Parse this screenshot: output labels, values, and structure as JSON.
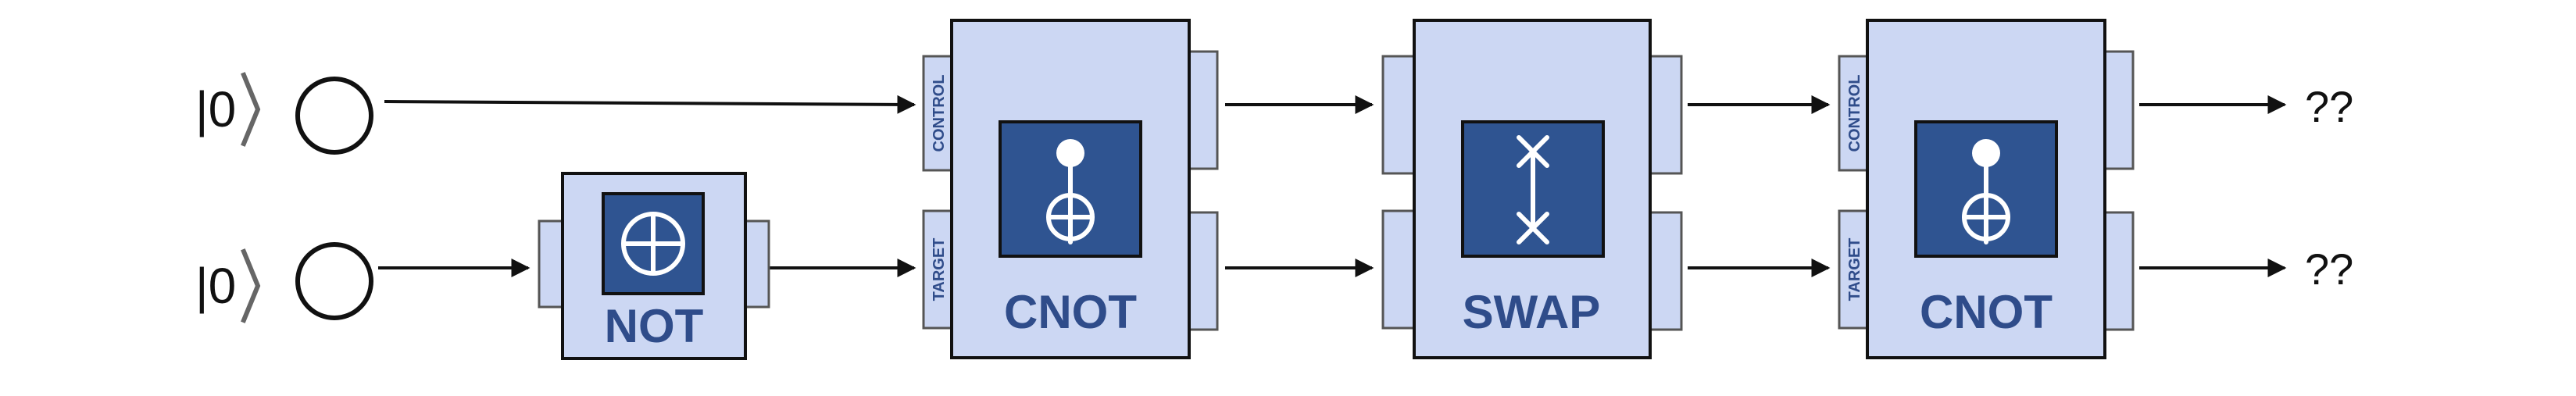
{
  "qubits": [
    {
      "ket": "|0",
      "result": "??"
    },
    {
      "ket": "|0",
      "result": "??"
    }
  ],
  "gates": [
    {
      "label": "NOT",
      "icon": "xor-icon",
      "targets": [
        1
      ]
    },
    {
      "label": "CNOT",
      "icon": "cnot-icon",
      "control_label": "CONTROL",
      "target_label": "TARGET"
    },
    {
      "label": "SWAP",
      "icon": "swap-icon"
    },
    {
      "label": "CNOT",
      "icon": "cnot-icon",
      "control_label": "CONTROL",
      "target_label": "TARGET"
    }
  ],
  "colors": {
    "gate_fill": "#ccd7f3",
    "icon_fill": "#2f5491",
    "label_text": "#2f4c8a"
  }
}
